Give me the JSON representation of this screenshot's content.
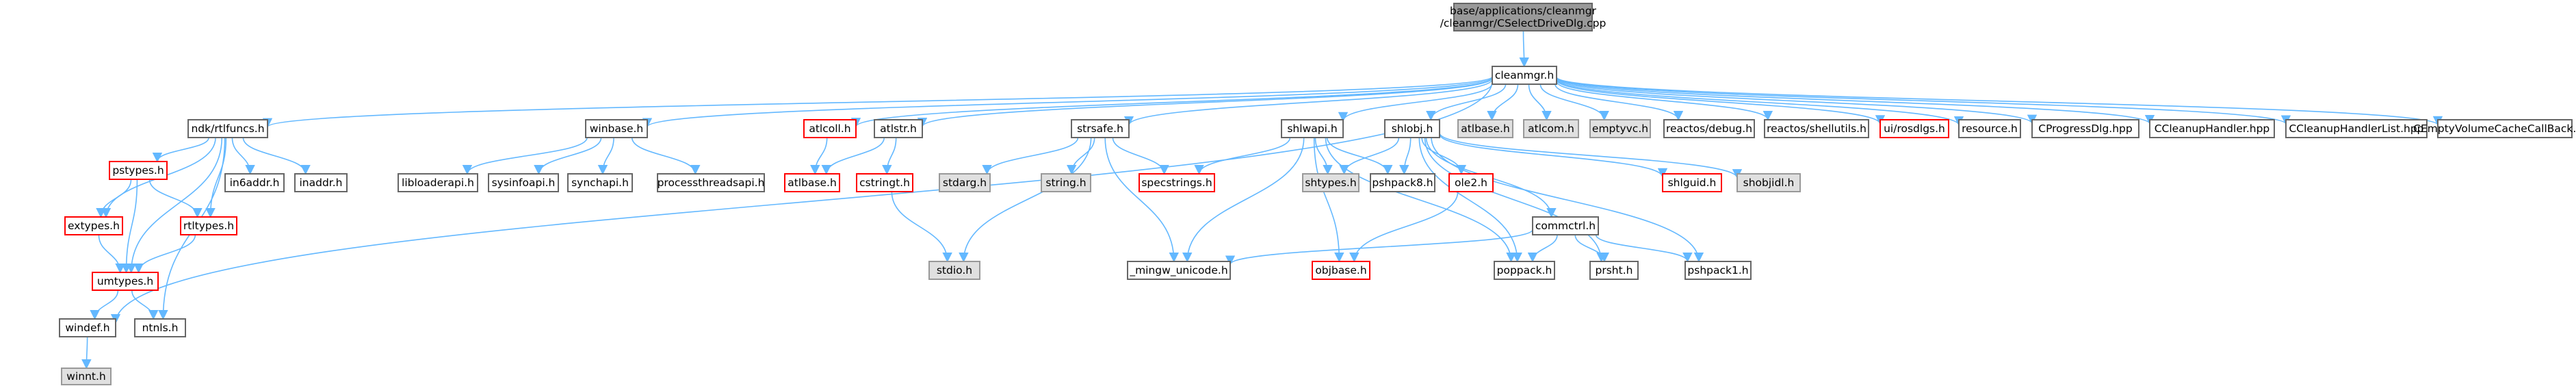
{
  "colors": {
    "root_fill": "#999999",
    "root_border": "#666666",
    "normal_fill": "#ffffff",
    "normal_border": "#666666",
    "missing_fill": "#e0e0e0",
    "missing_border": "#999999",
    "truncated_fill": "#ffffff",
    "truncated_border": "#ff0000",
    "edge": "#63b8ff"
  },
  "nodes": [
    {
      "id": "root",
      "lines": [
        "base/applications/cleanmgr",
        "/cleanmgr/CSelectDriveDlg.cpp"
      ],
      "kind": "root"
    },
    {
      "id": "cleanmgr_h",
      "lines": [
        "cleanmgr.h"
      ],
      "kind": "normal"
    },
    {
      "id": "ndk_rtlfuncs_h",
      "lines": [
        "ndk/rtlfuncs.h"
      ],
      "kind": "normal"
    },
    {
      "id": "winbase_h",
      "lines": [
        "winbase.h"
      ],
      "kind": "normal"
    },
    {
      "id": "atlcoll_h",
      "lines": [
        "atlcoll.h"
      ],
      "kind": "truncated"
    },
    {
      "id": "atlstr_h",
      "lines": [
        "atlstr.h"
      ],
      "kind": "normal"
    },
    {
      "id": "strsafe_h",
      "lines": [
        "strsafe.h"
      ],
      "kind": "normal"
    },
    {
      "id": "shlwapi_h",
      "lines": [
        "shlwapi.h"
      ],
      "kind": "normal"
    },
    {
      "id": "shlobj_h",
      "lines": [
        "shlobj.h"
      ],
      "kind": "normal"
    },
    {
      "id": "atlbase_h_top",
      "lines": [
        "atlbase.h"
      ],
      "kind": "missing"
    },
    {
      "id": "atlcom_h",
      "lines": [
        "atlcom.h"
      ],
      "kind": "missing"
    },
    {
      "id": "emptyvc_h",
      "lines": [
        "emptyvc.h"
      ],
      "kind": "missing"
    },
    {
      "id": "reactos_debug_h",
      "lines": [
        "reactos/debug.h"
      ],
      "kind": "normal"
    },
    {
      "id": "reactos_shellutils_h",
      "lines": [
        "reactos/shellutils.h"
      ],
      "kind": "normal"
    },
    {
      "id": "ui_rosdlgs_h",
      "lines": [
        "ui/rosdlgs.h"
      ],
      "kind": "truncated"
    },
    {
      "id": "resource_h",
      "lines": [
        "resource.h"
      ],
      "kind": "normal"
    },
    {
      "id": "cprogressdlg_hpp",
      "lines": [
        "CProgressDlg.hpp"
      ],
      "kind": "normal"
    },
    {
      "id": "ccleanuphandler_hpp",
      "lines": [
        "CCleanupHandler.hpp"
      ],
      "kind": "normal"
    },
    {
      "id": "ccleanuphandlerlist_hpp",
      "lines": [
        "CCleanupHandlerList.hpp"
      ],
      "kind": "normal"
    },
    {
      "id": "cemptyvolume_hpp",
      "lines": [
        "CEmptyVolumeCacheCallBack.hpp"
      ],
      "kind": "normal"
    },
    {
      "id": "pstypes_h",
      "lines": [
        "pstypes.h"
      ],
      "kind": "truncated"
    },
    {
      "id": "in6addr_h",
      "lines": [
        "in6addr.h"
      ],
      "kind": "normal"
    },
    {
      "id": "inaddr_h",
      "lines": [
        "inaddr.h"
      ],
      "kind": "normal"
    },
    {
      "id": "extypes_h",
      "lines": [
        "extypes.h"
      ],
      "kind": "truncated"
    },
    {
      "id": "rtltypes_h",
      "lines": [
        "rtltypes.h"
      ],
      "kind": "truncated"
    },
    {
      "id": "umtypes_h",
      "lines": [
        "umtypes.h"
      ],
      "kind": "truncated"
    },
    {
      "id": "windef_h",
      "lines": [
        "windef.h"
      ],
      "kind": "normal"
    },
    {
      "id": "ntnls_h",
      "lines": [
        "ntnls.h"
      ],
      "kind": "normal"
    },
    {
      "id": "winnt_h",
      "lines": [
        "winnt.h"
      ],
      "kind": "missing"
    },
    {
      "id": "libloaderapi_h",
      "lines": [
        "libloaderapi.h"
      ],
      "kind": "normal"
    },
    {
      "id": "sysinfoapi_h",
      "lines": [
        "sysinfoapi.h"
      ],
      "kind": "normal"
    },
    {
      "id": "synchapi_h",
      "lines": [
        "synchapi.h"
      ],
      "kind": "normal"
    },
    {
      "id": "processthreadsapi_h",
      "lines": [
        "processthreadsapi.h"
      ],
      "kind": "normal"
    },
    {
      "id": "atlbase_h",
      "lines": [
        "atlbase.h"
      ],
      "kind": "truncated"
    },
    {
      "id": "cstringt_h",
      "lines": [
        "cstringt.h"
      ],
      "kind": "truncated"
    },
    {
      "id": "stdio_h",
      "lines": [
        "stdio.h"
      ],
      "kind": "missing"
    },
    {
      "id": "stdarg_h",
      "lines": [
        "stdarg.h"
      ],
      "kind": "missing"
    },
    {
      "id": "string_h",
      "lines": [
        "string.h"
      ],
      "kind": "missing"
    },
    {
      "id": "specstrings_h",
      "lines": [
        "specstrings.h"
      ],
      "kind": "truncated"
    },
    {
      "id": "mingw_unicode_h",
      "lines": [
        "_mingw_unicode.h"
      ],
      "kind": "normal"
    },
    {
      "id": "shtypes_h",
      "lines": [
        "shtypes.h"
      ],
      "kind": "missing"
    },
    {
      "id": "pshpack8_h",
      "lines": [
        "pshpack8.h"
      ],
      "kind": "normal"
    },
    {
      "id": "ole2_h",
      "lines": [
        "ole2.h"
      ],
      "kind": "truncated"
    },
    {
      "id": "commctrl_h",
      "lines": [
        "commctrl.h"
      ],
      "kind": "normal"
    },
    {
      "id": "shlguid_h",
      "lines": [
        "shlguid.h"
      ],
      "kind": "truncated"
    },
    {
      "id": "shobjidl_h",
      "lines": [
        "shobjidl.h"
      ],
      "kind": "missing"
    },
    {
      "id": "objbase_h",
      "lines": [
        "objbase.h"
      ],
      "kind": "truncated"
    },
    {
      "id": "poppack_h",
      "lines": [
        "poppack.h"
      ],
      "kind": "normal"
    },
    {
      "id": "prsht_h",
      "lines": [
        "prsht.h"
      ],
      "kind": "normal"
    },
    {
      "id": "pshpack1_h",
      "lines": [
        "pshpack1.h"
      ],
      "kind": "normal"
    }
  ],
  "edges": [
    [
      "root",
      "cleanmgr_h"
    ],
    [
      "cleanmgr_h",
      "ndk_rtlfuncs_h"
    ],
    [
      "cleanmgr_h",
      "winbase_h"
    ],
    [
      "cleanmgr_h",
      "atlcoll_h"
    ],
    [
      "cleanmgr_h",
      "atlstr_h"
    ],
    [
      "cleanmgr_h",
      "strsafe_h"
    ],
    [
      "cleanmgr_h",
      "shlwapi_h"
    ],
    [
      "cleanmgr_h",
      "shlobj_h"
    ],
    [
      "cleanmgr_h",
      "atlbase_h_top"
    ],
    [
      "cleanmgr_h",
      "atlcom_h"
    ],
    [
      "cleanmgr_h",
      "emptyvc_h"
    ],
    [
      "cleanmgr_h",
      "reactos_debug_h"
    ],
    [
      "cleanmgr_h",
      "reactos_shellutils_h"
    ],
    [
      "cleanmgr_h",
      "ui_rosdlgs_h"
    ],
    [
      "cleanmgr_h",
      "resource_h"
    ],
    [
      "cleanmgr_h",
      "cprogressdlg_hpp"
    ],
    [
      "cleanmgr_h",
      "ccleanuphandler_hpp"
    ],
    [
      "cleanmgr_h",
      "ccleanuphandlerlist_hpp"
    ],
    [
      "cleanmgr_h",
      "cemptyvolume_hpp"
    ],
    [
      "cleanmgr_h",
      "windef_h"
    ],
    [
      "ndk_rtlfuncs_h",
      "pstypes_h"
    ],
    [
      "ndk_rtlfuncs_h",
      "in6addr_h"
    ],
    [
      "ndk_rtlfuncs_h",
      "inaddr_h"
    ],
    [
      "ndk_rtlfuncs_h",
      "extypes_h"
    ],
    [
      "ndk_rtlfuncs_h",
      "rtltypes_h"
    ],
    [
      "ndk_rtlfuncs_h",
      "umtypes_h"
    ],
    [
      "ndk_rtlfuncs_h",
      "ntnls_h"
    ],
    [
      "pstypes_h",
      "extypes_h"
    ],
    [
      "pstypes_h",
      "rtltypes_h"
    ],
    [
      "pstypes_h",
      "umtypes_h"
    ],
    [
      "extypes_h",
      "umtypes_h"
    ],
    [
      "rtltypes_h",
      "umtypes_h"
    ],
    [
      "umtypes_h",
      "windef_h"
    ],
    [
      "umtypes_h",
      "ntnls_h"
    ],
    [
      "windef_h",
      "winnt_h"
    ],
    [
      "winbase_h",
      "libloaderapi_h"
    ],
    [
      "winbase_h",
      "sysinfoapi_h"
    ],
    [
      "winbase_h",
      "synchapi_h"
    ],
    [
      "winbase_h",
      "processthreadsapi_h"
    ],
    [
      "atlcoll_h",
      "atlbase_h"
    ],
    [
      "atlstr_h",
      "atlbase_h"
    ],
    [
      "atlstr_h",
      "cstringt_h"
    ],
    [
      "cstringt_h",
      "stdio_h"
    ],
    [
      "strsafe_h",
      "stdarg_h"
    ],
    [
      "strsafe_h",
      "string_h"
    ],
    [
      "strsafe_h",
      "specstrings_h"
    ],
    [
      "strsafe_h",
      "stdio_h"
    ],
    [
      "strsafe_h",
      "mingw_unicode_h"
    ],
    [
      "shlwapi_h",
      "specstrings_h"
    ],
    [
      "shlwapi_h",
      "shtypes_h"
    ],
    [
      "shlwapi_h",
      "pshpack8_h"
    ],
    [
      "shlwapi_h",
      "objbase_h"
    ],
    [
      "shlwapi_h",
      "poppack_h"
    ],
    [
      "shlwapi_h",
      "mingw_unicode_h"
    ],
    [
      "shlobj_h",
      "shtypes_h"
    ],
    [
      "shlobj_h",
      "pshpack8_h"
    ],
    [
      "shlobj_h",
      "ole2_h"
    ],
    [
      "shlobj_h",
      "commctrl_h"
    ],
    [
      "shlobj_h",
      "shlguid_h"
    ],
    [
      "shlobj_h",
      "shobjidl_h"
    ],
    [
      "shlobj_h",
      "poppack_h"
    ],
    [
      "shlobj_h",
      "prsht_h"
    ],
    [
      "shlobj_h",
      "pshpack1_h"
    ],
    [
      "ole2_h",
      "objbase_h"
    ],
    [
      "commctrl_h",
      "mingw_unicode_h"
    ],
    [
      "commctrl_h",
      "poppack_h"
    ],
    [
      "commctrl_h",
      "prsht_h"
    ],
    [
      "commctrl_h",
      "pshpack1_h"
    ]
  ]
}
